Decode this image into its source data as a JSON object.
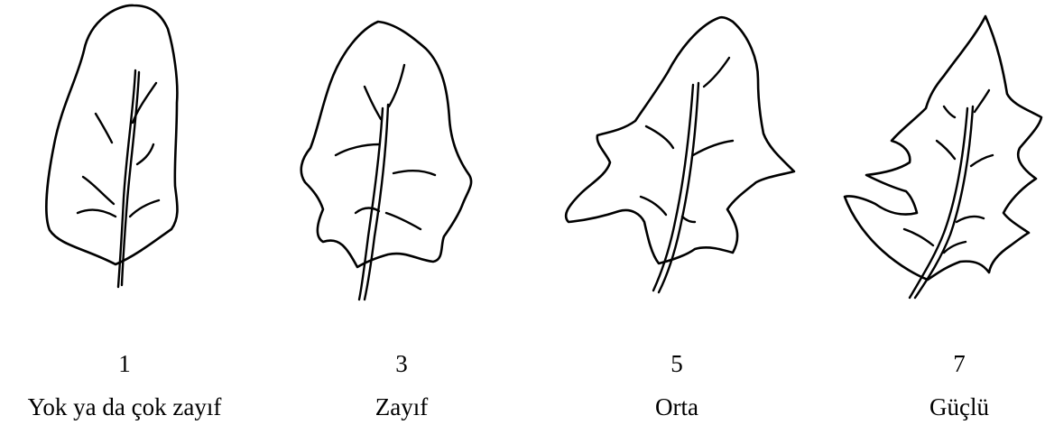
{
  "stages": [
    {
      "score": "1",
      "grade": "Yok ya da çok zayıf"
    },
    {
      "score": "3",
      "grade": "Zayıf"
    },
    {
      "score": "5",
      "grade": "Orta"
    },
    {
      "score": "7",
      "grade": "Güçlü"
    }
  ]
}
